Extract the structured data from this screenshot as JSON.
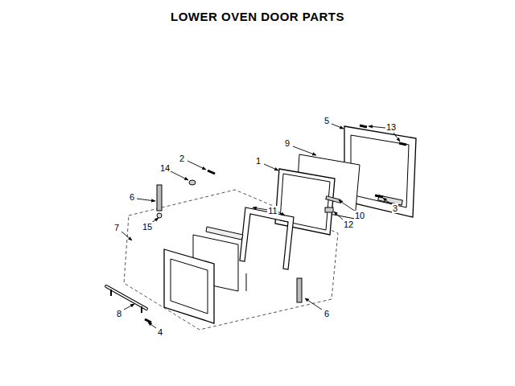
{
  "diagram": {
    "title": "LOWER OVEN DOOR PARTS",
    "labels": [
      "5",
      "13",
      "9",
      "1",
      "2",
      "14",
      "6",
      "3",
      "11",
      "10",
      "12",
      "15",
      "7",
      "8",
      "6",
      "4"
    ]
  }
}
